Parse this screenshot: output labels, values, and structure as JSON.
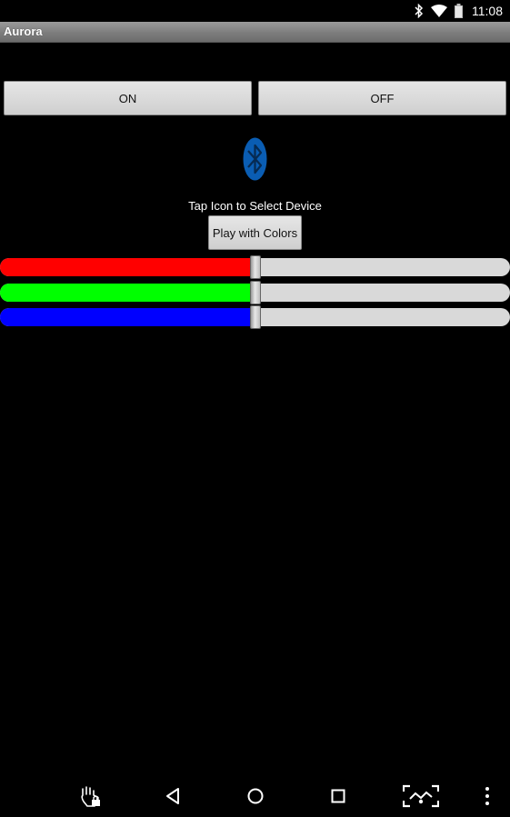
{
  "status_bar": {
    "time": "11:08",
    "icons": [
      "bluetooth-icon",
      "wifi-icon",
      "battery-icon"
    ]
  },
  "app": {
    "title": "Aurora"
  },
  "controls": {
    "on_label": "ON",
    "off_label": "OFF",
    "bluetooth_icon": "bluetooth-icon",
    "tap_label": "Tap Icon to Select Device",
    "play_label": "Play with Colors"
  },
  "sliders": [
    {
      "color": "#ff0000",
      "value": 0.5
    },
    {
      "color": "#00ff00",
      "value": 0.5
    },
    {
      "color": "#0000ff",
      "value": 0.5
    }
  ],
  "nav_bar": {
    "icons": [
      "gesture-lock-icon",
      "back-icon",
      "home-icon",
      "recents-icon",
      "screenshot-icon",
      "overflow-menu-icon"
    ]
  },
  "colors": {
    "background": "#000000",
    "title_bar": "#808080",
    "bluetooth_blue": "#0a5db3"
  }
}
